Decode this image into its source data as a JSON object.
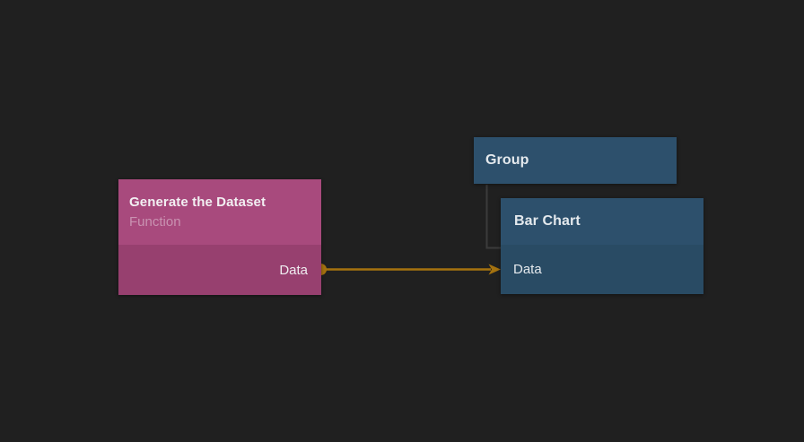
{
  "canvas": {
    "background": "#202020"
  },
  "colors": {
    "function_node_header": "#a84a7d",
    "function_node_body": "#97406f",
    "group_node": "#2d506c",
    "chart_node_header": "#2d506c",
    "chart_node_body": "#294b64",
    "subtitle_text": "#c992b1",
    "wire": "#a5720f",
    "tree_line": "#3b3b3b"
  },
  "nodes": {
    "generate_dataset": {
      "title": "Generate the Dataset",
      "subtitle": "Function",
      "output_port": "Data"
    },
    "group": {
      "title": "Group"
    },
    "bar_chart": {
      "title": "Bar Chart",
      "input_port": "Data"
    }
  },
  "edges": [
    {
      "from_node": "Generate the Dataset",
      "from_port": "Data",
      "to_node": "Bar Chart",
      "to_port": "Data"
    }
  ]
}
